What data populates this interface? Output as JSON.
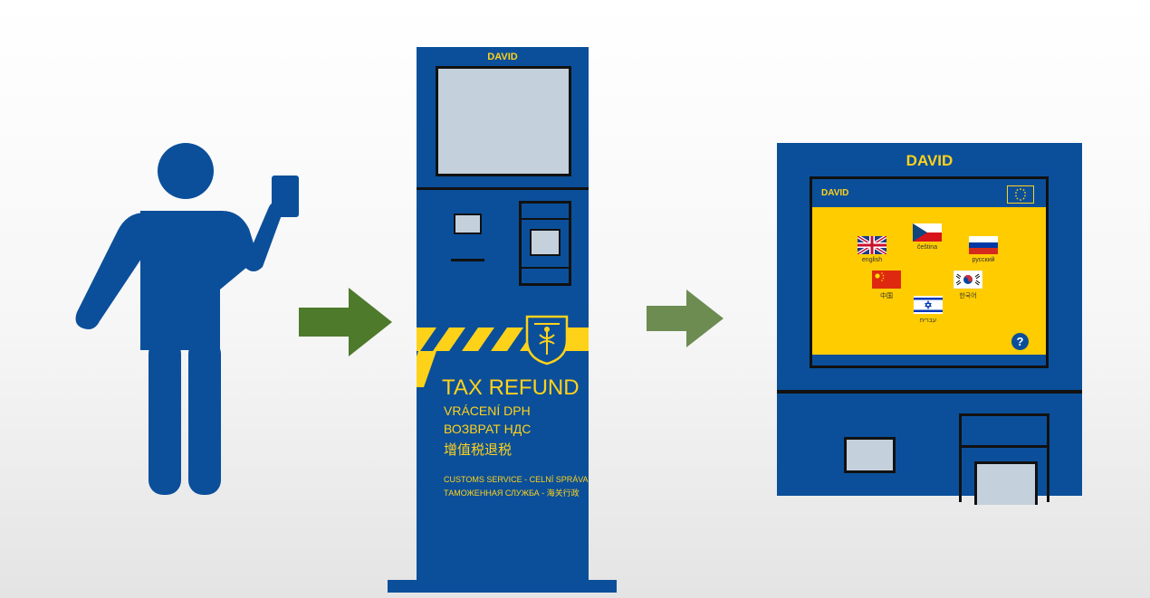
{
  "kiosk": {
    "brand": "DAVID",
    "title": "TAX REFUND",
    "line_cz": "VRÁCENÍ DPH",
    "line_ru": "ВОЗВРАТ НДС",
    "line_zh": "增值税退税",
    "customs_line1": "CUSTOMS SERVICE - CELNÍ SPRÁVA",
    "customs_line2": "ТАМОЖЕННАЯ СЛУЖБА - 海关行政",
    "colors": {
      "body": "#0b4f9a",
      "accent": "#ffd21a",
      "screen": "#c4d0dc"
    }
  },
  "kiosk_detail": {
    "brand": "DAVID",
    "screen_brand": "DAVID",
    "languages": [
      {
        "label": "english",
        "flag": "uk-flag-icon"
      },
      {
        "label": "čeština",
        "flag": "czech-flag-icon"
      },
      {
        "label": "русский",
        "flag": "russia-flag-icon"
      },
      {
        "label": "中国",
        "flag": "china-flag-icon"
      },
      {
        "label": "한국어",
        "flag": "korea-flag-icon"
      },
      {
        "label": "עברית",
        "flag": "israel-flag-icon"
      }
    ],
    "help_label": "?",
    "colors": {
      "screen_bg": "#ffcc00",
      "header": "#0b4f9a"
    }
  },
  "icons": {
    "person": "person-with-passport-icon",
    "arrow": "arrow-right-icon"
  },
  "colors": {
    "arrow1": "#4e7a2c",
    "arrow2": "#6c8c52",
    "person": "#0b4f9a"
  }
}
